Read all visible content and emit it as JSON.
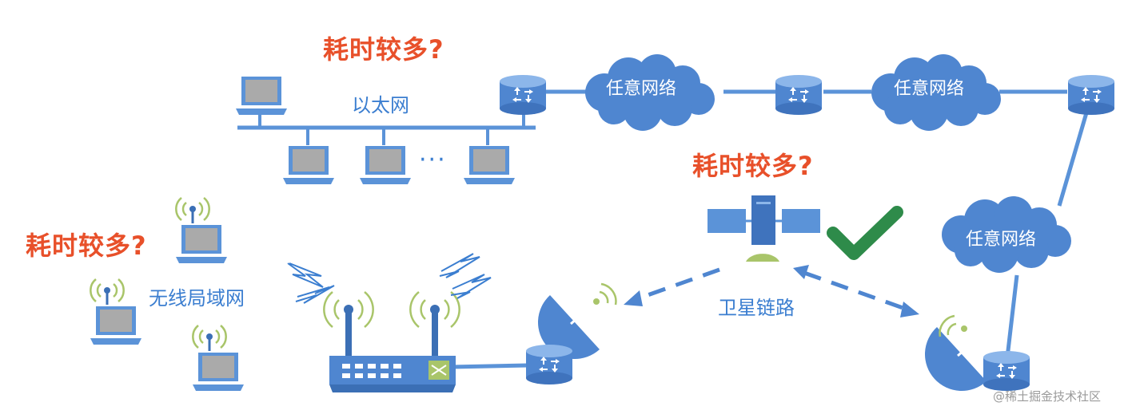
{
  "colors": {
    "device_blue": "#5b93d8",
    "device_dark": "#3b6fb5",
    "screen_gray": "#aaaaaa",
    "question_orange": "#e8502a",
    "check_green": "#2e8b4a",
    "wifi_green": "#a9c56a",
    "label_blue": "#3b7ed0"
  },
  "questions": {
    "top": "耗时较多?",
    "middle": "耗时较多?",
    "left": "耗时较多?"
  },
  "labels": {
    "ethernet": "以太网",
    "ellipsis": "···",
    "wlan": "无线局域网",
    "satellite_link": "卫星链路"
  },
  "clouds": {
    "c1": "任意网络",
    "c2": "任意网络",
    "c3": "任意网络"
  },
  "watermark": "@稀土掘金技术社区",
  "icons": [
    "laptop-icon",
    "router-icon",
    "cloud-icon",
    "satellite-icon",
    "satellite-dish-icon",
    "wireless-router-icon",
    "lightning-icon",
    "checkmark-icon"
  ]
}
